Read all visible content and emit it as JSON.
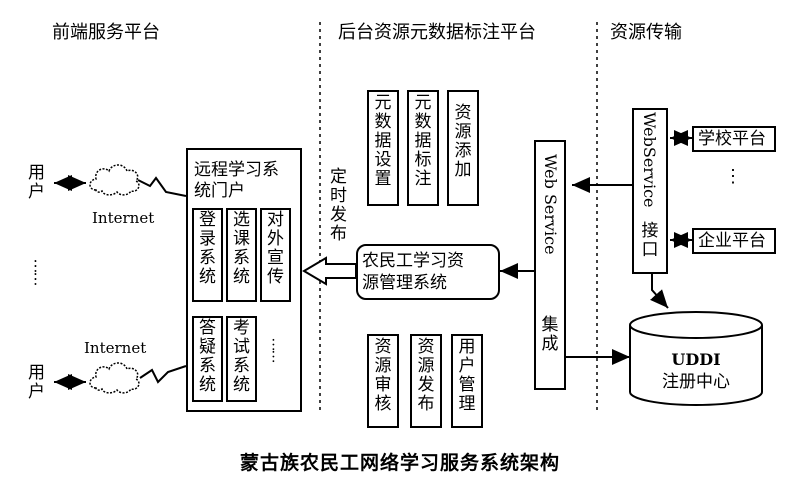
{
  "sections": {
    "front": "前端服务平台",
    "backend": "后台资源元数据标注平台",
    "transfer": "资源传输"
  },
  "users": {
    "top": "用\n户",
    "bottom": "用\n户",
    "ellipsis": "……"
  },
  "internet": {
    "top": "Internet",
    "bottom": "Internet"
  },
  "portal": {
    "title": "远程学习系\n统门户",
    "login": "登\n录\n系\n统",
    "course": "选\n课\n系\n统",
    "publicity": "对\n外\n宣\n传",
    "qa": "答\n疑\n系\n统",
    "exam": "考\n试\n系\n统",
    "more": "……"
  },
  "publish": "定\n时\n发\n布",
  "metadata": {
    "setup": "元\n数\n据\n设\n置",
    "tagging": "元\n数\n据\n标\n注",
    "add": "资\n源\n添\n加"
  },
  "manager": "农民工学习资\n源管理系统",
  "resources": {
    "audit": "资\n源\n审\n核",
    "release": "资\n源\n发\n布",
    "users": "用\n户\n管\n理"
  },
  "webservice_integration": {
    "rotated": "Web   Service",
    "cn": "集\n成"
  },
  "webservice_interface": {
    "rotated": "WebService",
    "cn": "接\n口"
  },
  "platforms": {
    "school": "学校平台",
    "ellipsis": "⋮",
    "enterprise": "企业平台"
  },
  "uddi": {
    "line1": "UDDI",
    "line2": "注册中心"
  },
  "caption": "蒙古族农民工网络学习服务系统架构"
}
